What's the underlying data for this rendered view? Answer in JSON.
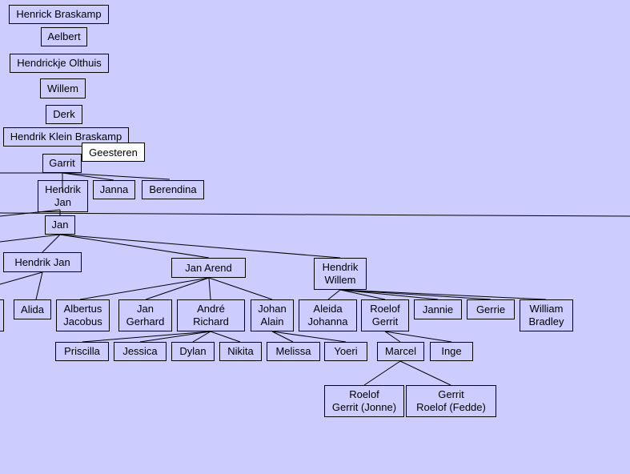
{
  "colors": {
    "background": "#ccccff",
    "border": "#000000",
    "tooltip_background": "#ffffff"
  },
  "tooltip": {
    "text": "Geesteren"
  },
  "nodes": [
    {
      "id": "henrick-braskamp",
      "label": "Henrick Braskamp"
    },
    {
      "id": "aelbert",
      "label": "Aelbert"
    },
    {
      "id": "hendrickje-olthuis",
      "label": "Hendrickje Olthuis"
    },
    {
      "id": "willem",
      "label": "Willem"
    },
    {
      "id": "derk",
      "label": "Derk"
    },
    {
      "id": "hendrik-klein-braskamp",
      "label": "Hendrik Klein Braskamp"
    },
    {
      "id": "garrit",
      "label": "Garrit"
    },
    {
      "id": "hendrik-jan-1",
      "label": "Hendrik\nJan"
    },
    {
      "id": "janna",
      "label": "Janna"
    },
    {
      "id": "berendina",
      "label": "Berendina"
    },
    {
      "id": "jan",
      "label": "Jan"
    },
    {
      "id": "hendrik-jan-2",
      "label": "Hendrik Jan"
    },
    {
      "id": "jan-arend",
      "label": "Jan Arend"
    },
    {
      "id": "hendrik-willem",
      "label": "Hendrik\nWillem"
    },
    {
      "id": "unknown-left",
      "label": ""
    },
    {
      "id": "alida",
      "label": "Alida"
    },
    {
      "id": "albertus-jacobus",
      "label": "Albertus\nJacobus"
    },
    {
      "id": "jan-gerhard",
      "label": "Jan\nGerhard"
    },
    {
      "id": "andre-richard",
      "label": "André\nRichard"
    },
    {
      "id": "johan-alain",
      "label": "Johan\nAlain"
    },
    {
      "id": "aleida-johanna",
      "label": "Aleida\nJohanna"
    },
    {
      "id": "roelof-gerrit",
      "label": "Roelof\nGerrit"
    },
    {
      "id": "jannie",
      "label": "Jannie"
    },
    {
      "id": "gerrie",
      "label": "Gerrie"
    },
    {
      "id": "william-bradley",
      "label": "William\nBradley"
    },
    {
      "id": "priscilla",
      "label": "Priscilla"
    },
    {
      "id": "jessica",
      "label": "Jessica"
    },
    {
      "id": "dylan",
      "label": "Dylan"
    },
    {
      "id": "nikita",
      "label": "Nikita"
    },
    {
      "id": "melissa",
      "label": "Melissa"
    },
    {
      "id": "yoeri",
      "label": "Yoeri"
    },
    {
      "id": "marcel",
      "label": "Marcel"
    },
    {
      "id": "inge",
      "label": "Inge"
    },
    {
      "id": "roelof-gerrit-jonne",
      "label": "Roelof\nGerrit (Jonne)"
    },
    {
      "id": "gerrit-roelof-fedde",
      "label": "Gerrit\nRoelof (Fedde)"
    }
  ]
}
